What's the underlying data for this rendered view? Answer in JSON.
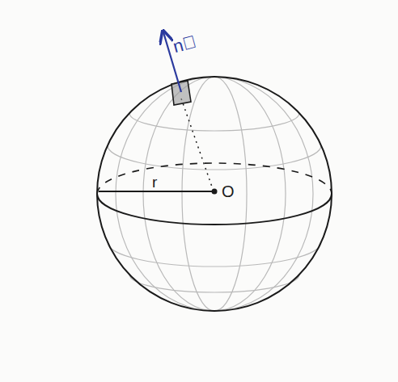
{
  "diagram": {
    "labels": [
      "n⃗",
      "r",
      "O"
    ]
  }
}
